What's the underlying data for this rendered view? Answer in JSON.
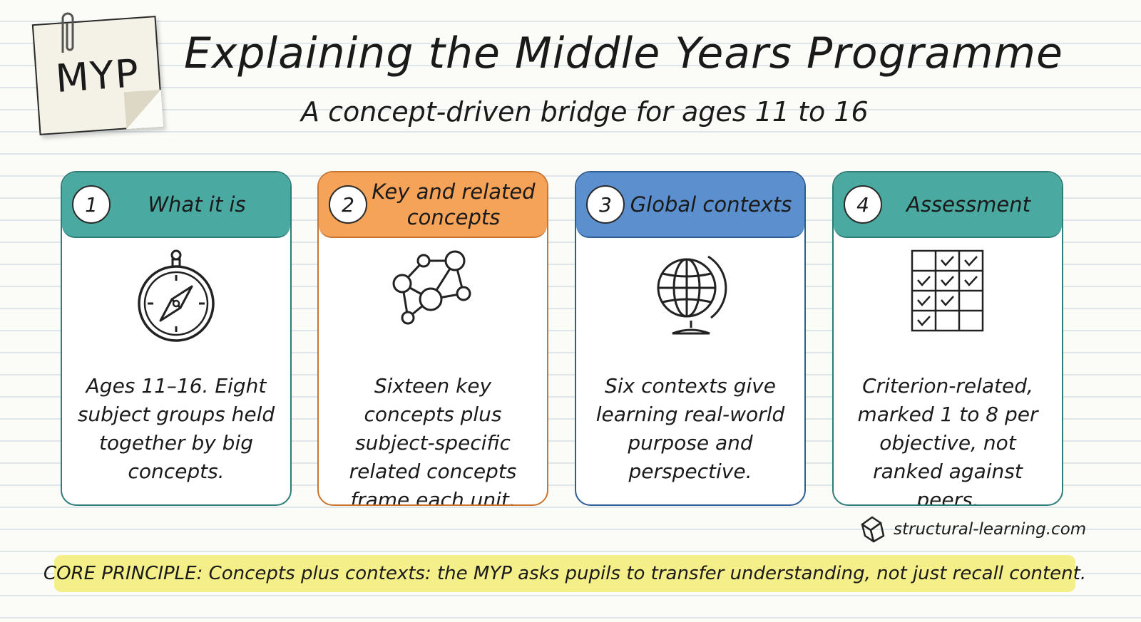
{
  "badge": {
    "text": "MYP"
  },
  "header": {
    "title": "Explaining the Middle Years Programme",
    "subtitle": "A concept-driven bridge for ages 11 to 16"
  },
  "cards": [
    {
      "number": "1",
      "title": "What it is",
      "icon": "compass-icon",
      "accent": "#4aa9a0",
      "border": "#2f7d78",
      "body": "Ages 11–16. Eight subject groups held together by big concepts."
    },
    {
      "number": "2",
      "title": "Key and related concepts",
      "icon": "network-icon",
      "accent": "#f6a35a",
      "border": "#c9742f",
      "body": "Sixteen key concepts plus subject-specific related concepts frame each unit."
    },
    {
      "number": "3",
      "title": "Global contexts",
      "icon": "globe-icon",
      "accent": "#5b8fce",
      "border": "#2f5e96",
      "body": "Six contexts give learning real-world purpose and perspective."
    },
    {
      "number": "4",
      "title": "Assessment",
      "icon": "grid-checklist-icon",
      "accent": "#4aa9a0",
      "border": "#2f7d78",
      "body": "Criterion-related, marked 1 to 8 per objective, not ranked against peers."
    }
  ],
  "brand": {
    "text": "structural-learning.com",
    "icon": "structural-learning-logo-icon"
  },
  "core_principle": {
    "text": "CORE PRINCIPLE: Concepts plus contexts: the MYP asks pupils to transfer understanding, not just recall content."
  }
}
